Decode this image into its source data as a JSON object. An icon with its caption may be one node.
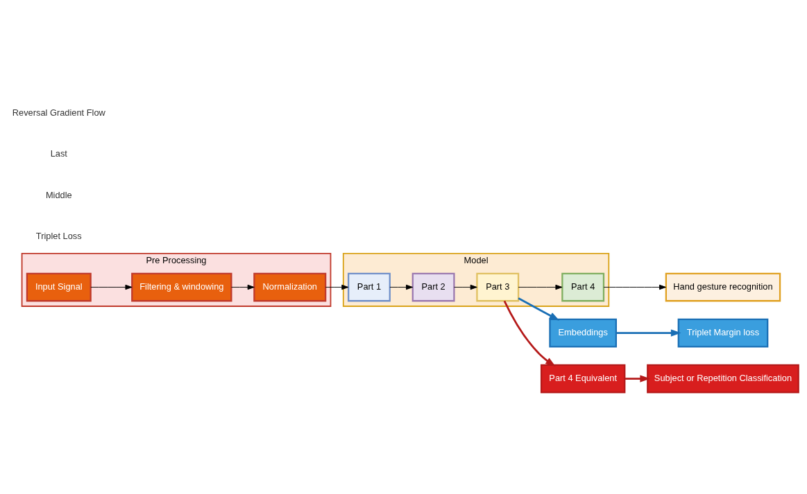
{
  "diagram": {
    "nodes": [
      {
        "text": [
          "Pre Processing"
        ]
      },
      {
        "text": [
          "Input Signal"
        ],
        "in": 0
      },
      {
        "text": [
          "Filtering & windowing"
        ],
        "in": 0
      },
      {
        "text": [
          "Normalization"
        ],
        "in": 0
      },
      {
        "text": [
          "Model"
        ]
      },
      {
        "text": [
          "Part 1"
        ],
        "in": 4
      },
      {
        "text": [
          "Part 2"
        ],
        "in": 4
      },
      {
        "text": [
          "Part 3"
        ],
        "in": 4
      },
      {
        "text": [
          "Part 4"
        ],
        "in": 4
      },
      {
        "text": [
          "Hand gesture recognition"
        ]
      },
      {
        "text": [
          "Embeddings"
        ]
      },
      {
        "text": [
          "Triplet Margin loss"
        ]
      },
      {
        "text": [
          "Part 4 Equivalent"
        ]
      },
      {
        "text": [
          "Subject or Repetition Classification"
        ]
      }
    ],
    "edges": [
      {
        "from": 1,
        "to": 2,
        "arrow": "to"
      },
      {
        "from": 2,
        "to": 3,
        "arrow": "to"
      },
      {
        "from": 3,
        "to": 5,
        "arrow": "to"
      },
      {
        "from": 5,
        "to": 6,
        "arrow": "to"
      },
      {
        "from": 6,
        "to": 7,
        "arrow": "to"
      },
      {
        "from": 7,
        "to": 8,
        "arrow": "to"
      },
      {
        "from": 8,
        "to": 9,
        "arrow": "to"
      },
      {
        "from": 7,
        "to": 10,
        "arrow": "to",
        "style": "thick",
        "color": "#1a6fb5"
      },
      {
        "from": 10,
        "to": 11,
        "arrow": "to",
        "style": "thick",
        "color": "#1a6fb5"
      },
      {
        "from": 7,
        "to": 12,
        "arrow": "to",
        "style": "thick",
        "color": "#b51a1a"
      },
      {
        "from": 12,
        "to": 13,
        "arrow": "to",
        "style": "thick",
        "color": "#b51a1a"
      }
    ],
    "labels": [
      "Triplet Loss",
      "Middle",
      "Last",
      "Reversal Gradient Flow"
    ]
  }
}
